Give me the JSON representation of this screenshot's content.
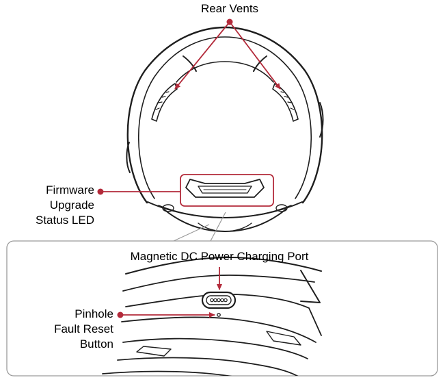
{
  "labels": {
    "rear_vents": "Rear Vents",
    "firmware_led": [
      "Firmware",
      "Upgrade",
      "Status LED"
    ],
    "charging_port": "Magnetic DC Power Charging Port",
    "fault_reset": [
      "Pinhole",
      "Fault Reset",
      "Button"
    ]
  },
  "colors": {
    "callout": "#b32a3a",
    "outline": "#1e1e1e",
    "panel_border": "#9a9a9a"
  }
}
